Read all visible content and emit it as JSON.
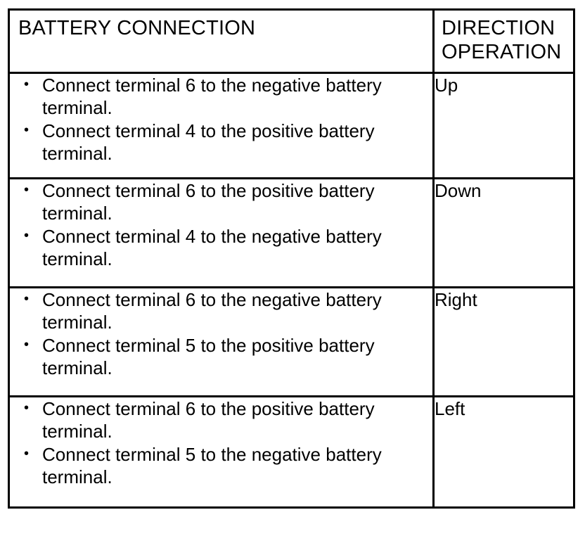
{
  "table": {
    "headers": {
      "connection": "BATTERY CONNECTION",
      "direction": "DIRECTION\nOPERATION"
    },
    "rows": [
      {
        "direction": "Up",
        "connections": [
          "Connect terminal 6 to the negative battery terminal.",
          "Connect terminal 4 to the positive battery terminal."
        ]
      },
      {
        "direction": "Down",
        "connections": [
          "Connect terminal 6 to the positive battery terminal.",
          "Connect terminal 4 to the negative battery terminal."
        ]
      },
      {
        "direction": "Right",
        "connections": [
          "Connect terminal 6 to the negative battery terminal.",
          "Connect terminal 5 to the positive battery terminal."
        ]
      },
      {
        "direction": "Left",
        "connections": [
          "Connect terminal 6 to the positive battery terminal.",
          "Connect terminal 5 to the negative battery terminal."
        ]
      }
    ]
  },
  "style": {
    "border_color": "#000000",
    "text_color": "#000000",
    "background_color": "#ffffff"
  }
}
